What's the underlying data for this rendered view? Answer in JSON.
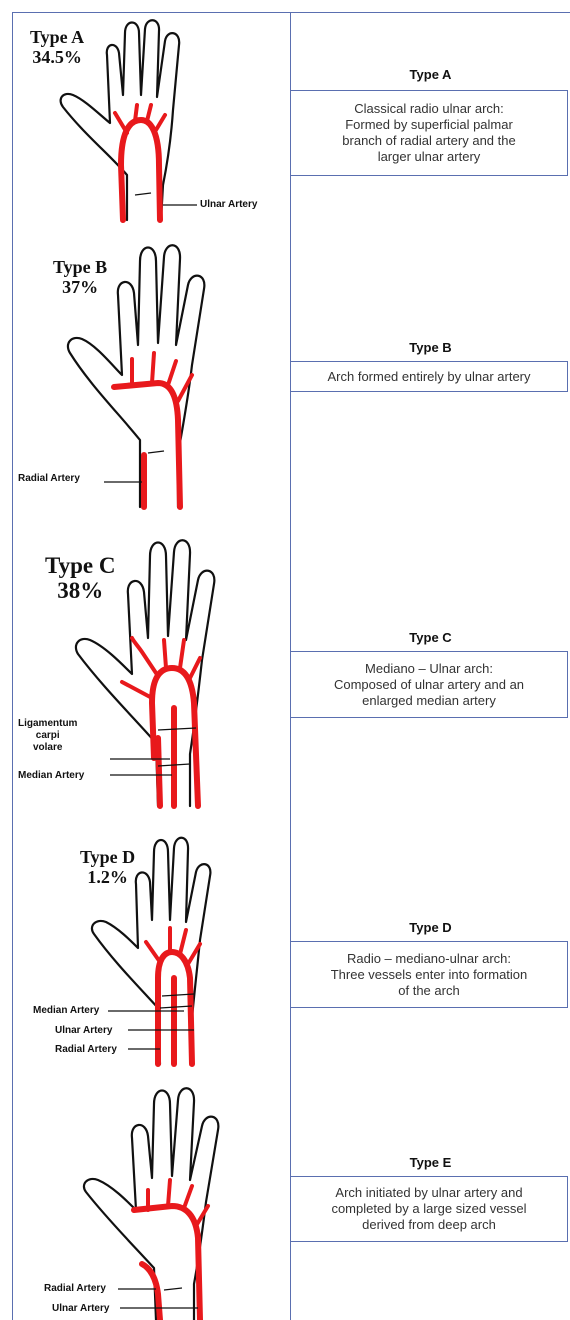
{
  "rows": [
    {
      "hand_label_type": "Type A",
      "hand_label_percent": "34.5%",
      "heading": "Type A",
      "description": [
        "Classical radio ulnar arch:",
        "Formed by superficial palmar",
        "branch of radial artery and the",
        "larger ulnar artery"
      ],
      "artery_labels": [
        "Ulnar Artery"
      ]
    },
    {
      "hand_label_type": "Type B",
      "hand_label_percent": "37%",
      "heading": "Type B",
      "description": [
        "Arch formed entirely by ulnar artery"
      ],
      "artery_labels": [
        "Radial Artery"
      ]
    },
    {
      "hand_label_type": "Type C",
      "hand_label_percent": "38%",
      "heading": "Type C",
      "description": [
        "Mediano – Ulnar arch:",
        "Composed of ulnar artery and an",
        "enlarged median artery"
      ],
      "artery_labels": [
        "Ligamentum",
        "carpi",
        "volare",
        "Median Artery"
      ]
    },
    {
      "hand_label_type": "Type D",
      "hand_label_percent": "1.2%",
      "heading": "Type D",
      "description": [
        "Radio – mediano-ulnar arch:",
        "Three vessels enter into formation",
        "of the arch"
      ],
      "artery_labels": [
        "Median Artery",
        "Ulnar Artery",
        "Radial Artery"
      ]
    },
    {
      "hand_label_type": "",
      "hand_label_percent": "",
      "heading": "Type E",
      "description": [
        "Arch initiated by ulnar artery and",
        "completed by a large sized vessel",
        "derived from deep arch"
      ],
      "artery_labels": [
        "Radial Artery",
        "Ulnar Artery"
      ]
    }
  ],
  "colors": {
    "artery": "#e8191c",
    "frame": "#5a6fb0",
    "outline": "#111111"
  }
}
